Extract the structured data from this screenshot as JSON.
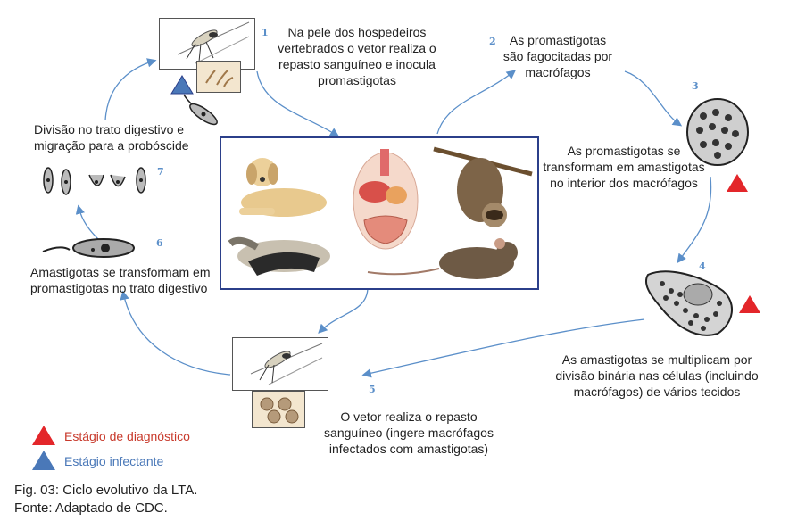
{
  "steps": [
    {
      "number": "1",
      "text": "Na pele dos hospedeiros\nvertebrados o vetor realiza o\nrepasto sanguíneo e inocula\npromastigotas"
    },
    {
      "number": "2",
      "text": "As promastigotas\nsão fagocitadas por\nmacrófagos"
    },
    {
      "number": "3",
      "text": "As promastigotas se\ntransformam em amastigotas\nno interior dos macrófagos"
    },
    {
      "number": "4",
      "text": "As amastigotas se multiplicam por\ndivisão binária nas células (incluindo\nmacrófagos) de vários tecidos"
    },
    {
      "number": "5",
      "text": "O vetor realiza o repasto\nsanguíneo (ingere macrófagos\ninfectados com amastigotas)"
    },
    {
      "number": "6",
      "text": "Amastigotas se transformam em\npromastigotas no trato digestivo"
    },
    {
      "number": "7",
      "text": "Divisão no trato digestivo e\nmigração para a probóscide"
    }
  ],
  "legend": {
    "diagnostic": {
      "label": "Estágio de diagnóstico",
      "color": "#e3262a"
    },
    "infective": {
      "label": "Estágio infectante",
      "color": "#4a78b8"
    }
  },
  "caption": {
    "line1": "Fig. 03: Ciclo evolutivo da LTA.",
    "line2": "Fonte: Adaptado de CDC."
  },
  "colors": {
    "arrow": "#5b8fc9",
    "host_border": "#2b3f8a"
  }
}
